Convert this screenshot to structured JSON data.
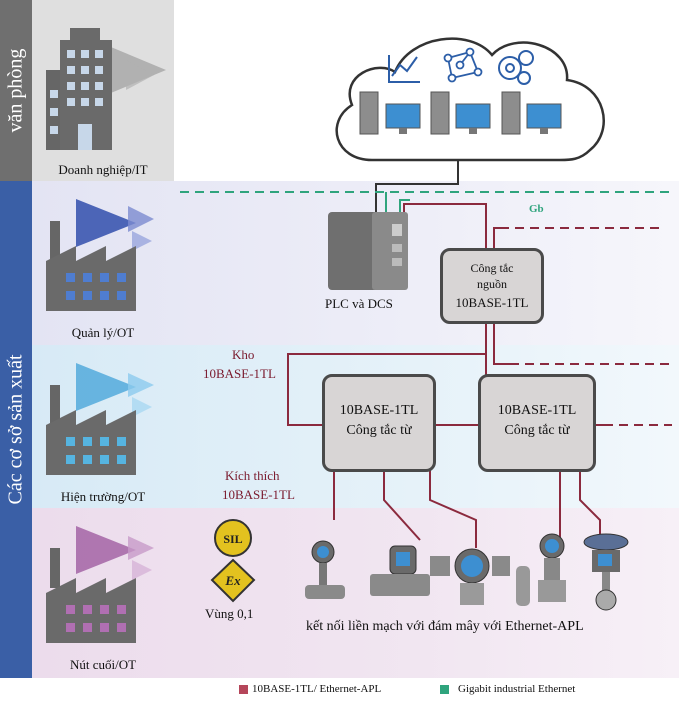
{
  "side_labels": {
    "office": "văn phòng",
    "plant": "Các cơ sở sản xuất"
  },
  "levels": {
    "enterprise": "Doanh nghiệp/IT",
    "management": "Quản lý/OT",
    "field": "Hiện trường/OT",
    "endnode": "Nút cuối/OT"
  },
  "devices": {
    "plc": "PLC và DCS",
    "power_switch": {
      "line1": "Công tắc",
      "line2": "nguồn",
      "line3": "10BASE-1TL"
    },
    "field_switch_1": {
      "line1": "10BASE-1TL",
      "line2": "Công tắc từ"
    },
    "field_switch_2": {
      "line1": "10BASE-1TL",
      "line2": "Công tắc từ"
    }
  },
  "annotations": {
    "gb": "Gb",
    "trunk_1": "Kho",
    "trunk_2": "10BASE-1TL",
    "spur_1": "Kích thích",
    "spur_2": "10BASE-1TL",
    "sil": "SIL",
    "ex": "Ex",
    "zone": "Vùng 0,1",
    "cloud_caption": "kết nối liền mạch với đám mây với Ethernet-APL"
  },
  "legend": {
    "apl": {
      "label": "10BASE-1TL/ Ethernet-APL",
      "color": "#b5465a"
    },
    "gigabit": {
      "label": "Gigabit industrial Ethernet",
      "color": "#2fa47d"
    }
  },
  "colors": {
    "office_bar": "#6f6f6f",
    "plant_bar": "#3a5fa6",
    "band_enterprise": "#dfdfdf",
    "band_management": "#e0e1f2",
    "band_field": "#dcecf6",
    "band_endnode": "#eee0ee"
  },
  "icons": [
    "building-icon",
    "factory-icon",
    "cloud-icon",
    "chart-icon",
    "network-icon",
    "gear-icon",
    "server-icon",
    "monitor-icon",
    "sil-badge-icon",
    "ex-badge-icon",
    "transmitter-icon",
    "valve-icon"
  ]
}
